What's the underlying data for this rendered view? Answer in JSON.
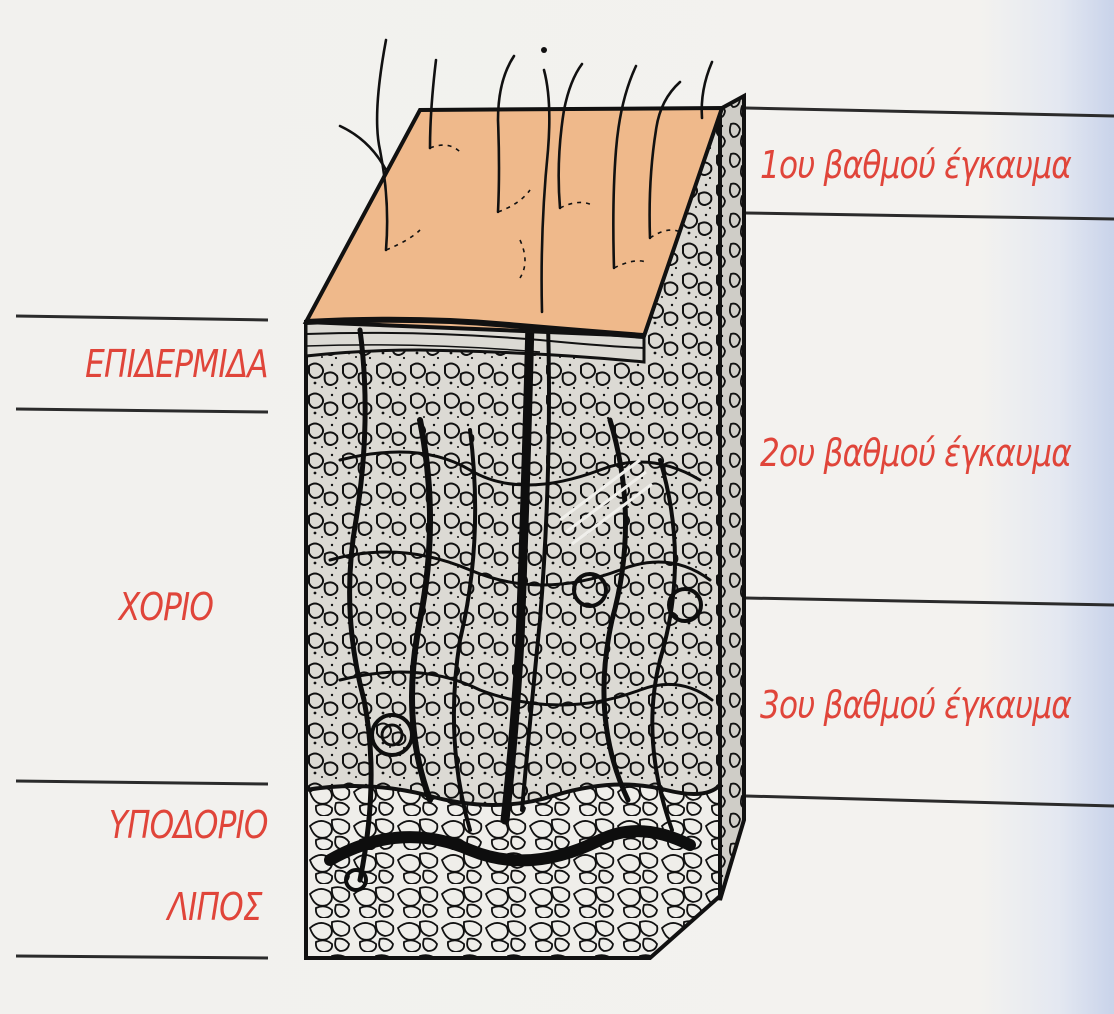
{
  "left_labels": {
    "epidermis": "ΕΠΙΔΕΡΜΙΔΑ",
    "dermis": "ΧΟΡΙΟ",
    "subcutaneous_line1": "ΥΠΟΔΟΡΙΟ",
    "subcutaneous_line2": "ΛΙΠΟΣ"
  },
  "right_labels": {
    "burn_1": "1ου βαθμού έγκαυμα",
    "burn_2": "2ου βαθμού έγκαυμα",
    "burn_3": "3ου βαθμού έγκαυμα"
  },
  "colors": {
    "label_red": "#e0453a",
    "skin_surface": "#efb98b",
    "ink": "#151515",
    "divider": "#2b2b2b"
  }
}
